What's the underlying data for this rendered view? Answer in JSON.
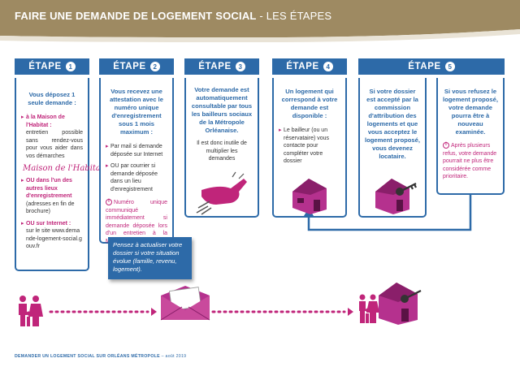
{
  "header": {
    "title": "FAIRE UNE DEMANDE DE LOGEMENT SOCIAL",
    "subtitle": " - LES ÉTAPES"
  },
  "steps": [
    {
      "label": "ÉTAPE",
      "num": "1"
    },
    {
      "label": "ÉTAPE",
      "num": "2"
    },
    {
      "label": "ÉTAPE",
      "num": "3"
    },
    {
      "label": "ÉTAPE",
      "num": "4"
    },
    {
      "label": "ÉTAPE",
      "num": "5"
    }
  ],
  "step1": {
    "head": "Vous déposez 1 seule demande :",
    "b1_title": "à la Maison de l'Habitat :",
    "b1_text": "entretien possible sans rendez-vous pour vous aider dans vos démarches",
    "logo": "Maison de l'Habitat",
    "b2_title": "OU dans l'un des autres lieux d'enregistrement",
    "b2_text": "(adresses en fin de brochure)",
    "b3_title": "OU sur Internet :",
    "b3_text": "sur le site www.demande-logement-social.gouv.fr"
  },
  "step2": {
    "head": "Vous recevez une attestation avec le numéro unique d'enregistrement sous 1 mois maximum :",
    "b1": "Par mail si demande déposée sur Internet",
    "b2": "OU par courrier si demande déposée dans un lieu d'enregistrement",
    "info": "Numéro unique communiqué immédiatement si demande déposée lors d'un entretien à la Maison de l'Habitat."
  },
  "step3": {
    "head": "Votre demande est automatiquement consultable par tous les bailleurs sociaux de la Métropole Orléanaise.",
    "text": "Il est donc inutile de multiplier les demandes"
  },
  "step4": {
    "head": "Un logement qui correspond à votre demande est disponible :",
    "b1": "Le bailleur (ou un réservataire) vous contacte pour compléter votre dossier"
  },
  "step5a": {
    "text": "Si votre dossier est accepté par la commission d'attribution des logements et que vous acceptez le logement proposé, vous devenez locataire."
  },
  "step5b": {
    "head": "Si vous refusez le logement proposé, votre demande pourra être à nouveau examinée.",
    "info": "Après plusieurs refus, votre demande pourrait ne plus être considérée comme prioritaire."
  },
  "note": "Pensez à actualiser votre dossier si votre situation évolue (famille, revenu, logement).",
  "footer": {
    "title": "DEMANDER UN LOGEMENT SOCIAL SUR ORLÉANS MÉTROPOLE",
    "date": " – août 2019"
  },
  "colors": {
    "blue": "#2d6aa8",
    "magenta": "#c0257a",
    "beige": "#9e8a62"
  },
  "icons": [
    "family-icon",
    "envelope-icon",
    "hand-icon",
    "house-icon",
    "key-icon"
  ]
}
